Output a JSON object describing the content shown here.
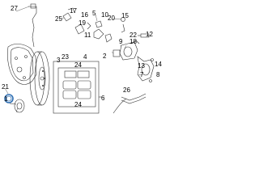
{
  "diagram": {
    "callouts": {
      "c27": "27",
      "c25": "25",
      "c17": "17",
      "c19": "19",
      "c16": "16",
      "c5": "5",
      "c10": "10",
      "c20": "20",
      "c15": "15",
      "c11": "11",
      "c22": "22",
      "c12": "12",
      "c9": "9",
      "c18": "18",
      "c2": "2",
      "c3": "3",
      "c23": "23",
      "c24_top": "24",
      "c24_bottom": "24",
      "c4": "4",
      "c6": "6",
      "c13": "13",
      "c14": "14",
      "c21": "21",
      "c1": "1",
      "c26": "26",
      "c7": "7",
      "c8": "8"
    },
    "colors": {
      "line": "#333333",
      "highlight": "#2f6fb3"
    }
  }
}
